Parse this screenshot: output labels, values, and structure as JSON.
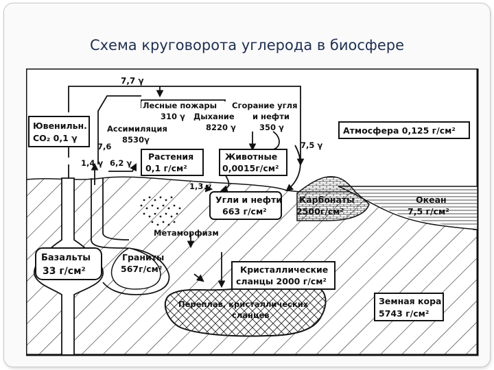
{
  "title": "Схема круговорота углерода в биосфере",
  "boxes": {
    "juvenile": [
      "Ювенильн.",
      "CO₂ 0,1 γ"
    ],
    "plants": [
      "Растения",
      "0,1 г/см²"
    ],
    "animals": [
      "Животные",
      "0,0015г/см²"
    ],
    "atmosphere": "Атмосфера 0,125 г/см²",
    "coal_oil": [
      "Угли и нефти",
      "663 г/см²"
    ],
    "carbonates": [
      "Карбонаты",
      "2500г/см²"
    ],
    "ocean": [
      "Океан",
      "7,5 г/см²"
    ],
    "basalts": [
      "Базальты",
      "33 г/см²"
    ],
    "granites": [
      "Граниты",
      "567г/см²"
    ],
    "schists": [
      "Кристаллические",
      "сланцы 2000 г/см²"
    ],
    "remelt": [
      "Переплав, кристаллических",
      "сланцев"
    ],
    "crust": [
      "Земная кора",
      "5743 г/см²"
    ]
  },
  "labels": {
    "top_flow": "7,7 γ",
    "forest_fires": [
      "Лесные пожары",
      "310 γ"
    ],
    "respiration": [
      "Дыхание",
      "8220 γ"
    ],
    "combustion": [
      "Сгорание угля",
      "и нефти",
      "350 γ"
    ],
    "assimilation": [
      "Ассимиляция",
      "8530γ"
    ],
    "flow_76": "7,6",
    "flow_14": "1,4 γ",
    "flow_62": "6,2 γ",
    "flow_75": "7,5 γ",
    "flow_13": "1,3 γ",
    "metamorphism": "Метаморфизм"
  }
}
